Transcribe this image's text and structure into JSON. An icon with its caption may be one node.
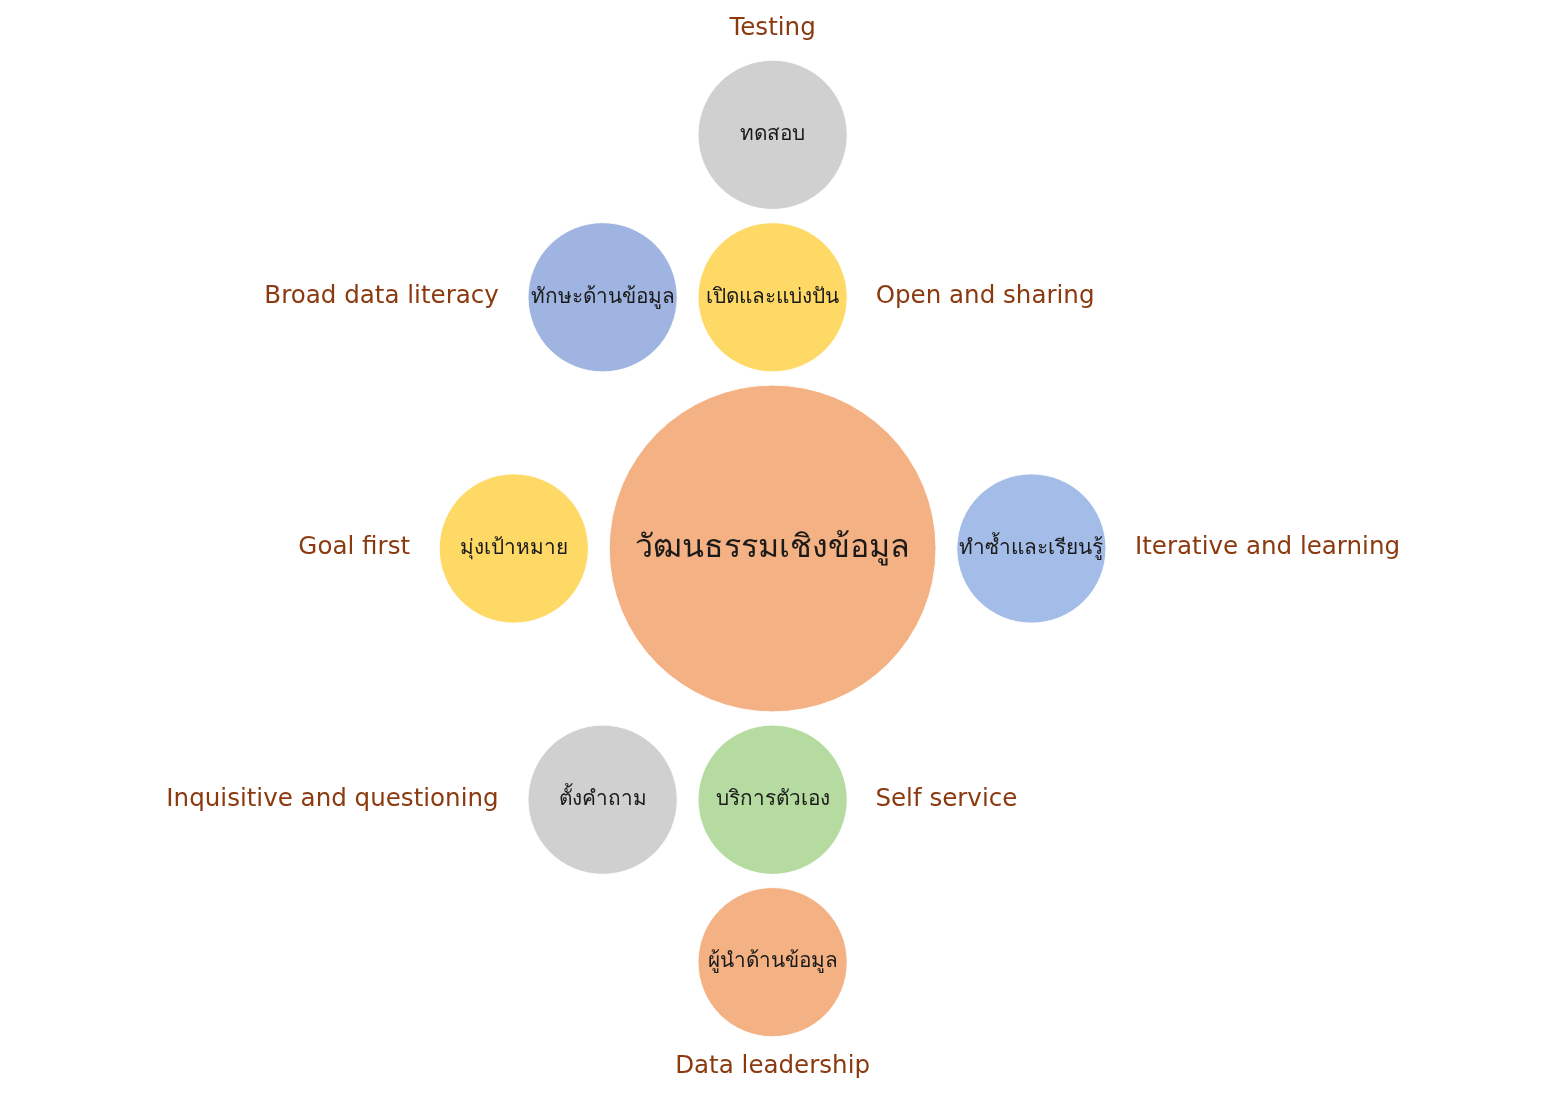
{
  "diagram": {
    "nodes": [
      {
        "text": [
          "วัฒนธรรมเชิงข้อมูล"
        ]
      },
      {
        "text": [
          "ทดสอบ"
        ],
        "beside": [
          "Testing"
        ]
      },
      {
        "text": [
          "เปิดและแบ่งปัน"
        ],
        "beside": [
          "Open and sharing"
        ]
      },
      {
        "text": [
          "ทำซ้ำและเรียนรู้"
        ],
        "beside": [
          "Iterative and learning"
        ]
      },
      {
        "text": [
          "บริการตัวเอง"
        ],
        "beside": [
          "Self service"
        ]
      },
      {
        "text": [
          "ผู้นำด้านข้อมูล"
        ],
        "beside": [
          "Data leadership"
        ]
      },
      {
        "text": [
          "ตั้งคำถาม"
        ],
        "beside": [
          "Inquisitive and questioning"
        ]
      },
      {
        "text": [
          "มุ่งเป้าหมาย"
        ],
        "beside": [
          "Goal first"
        ]
      },
      {
        "text": [
          "ทักษะด้านข้อมูล"
        ],
        "beside": [
          "Broad data literacy"
        ]
      }
    ],
    "edges": []
  }
}
